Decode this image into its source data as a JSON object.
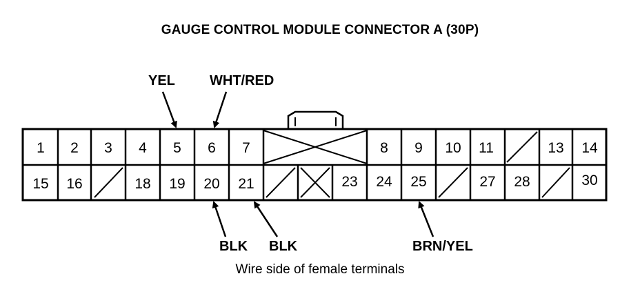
{
  "title": "GAUGE CONTROL MODULE CONNECTOR A (30P)",
  "caption": "Wire side of female terminals",
  "wire_labels": {
    "pin5": "YEL",
    "pin6": "WHT/RED",
    "pin20": "BLK",
    "pin21": "BLK",
    "pin25": "BRN/YEL"
  },
  "connector": {
    "top_row": [
      "1",
      "2",
      "3",
      "4",
      "5",
      "6",
      "7",
      "",
      "8",
      "9",
      "10",
      "11",
      "",
      "13",
      "14"
    ],
    "bottom_row": [
      "15",
      "16",
      "",
      "18",
      "19",
      "20",
      "21",
      "",
      "",
      "23",
      "24",
      "25",
      "",
      "27",
      "28",
      "",
      "30"
    ]
  }
}
